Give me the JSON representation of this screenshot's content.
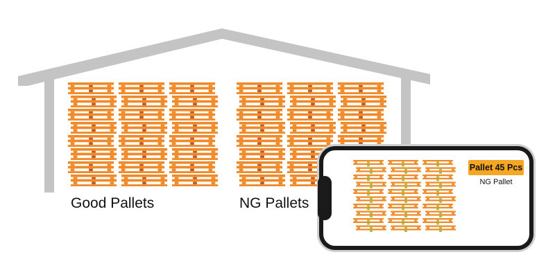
{
  "colors": {
    "warehouse": "#c4c4c4",
    "pallet_orange": "#f08a28",
    "pallet_dark": "#c2581b",
    "pallet_green": "#8ccc3a",
    "badge": "#f5a623",
    "phone_frame": "#1a1a1a",
    "phone_bezel": "#cfcfcf"
  },
  "icons": {
    "warehouse": "warehouse-roof-icon",
    "pallet": "pallet-icon",
    "phone": "smartphone-icon"
  },
  "warehouse": {
    "good_label": "Good Pallets",
    "ng_label": "NG Pallets"
  },
  "phone": {
    "badge": "Pallet 45 Pcs",
    "caption": "NG Pallet"
  }
}
